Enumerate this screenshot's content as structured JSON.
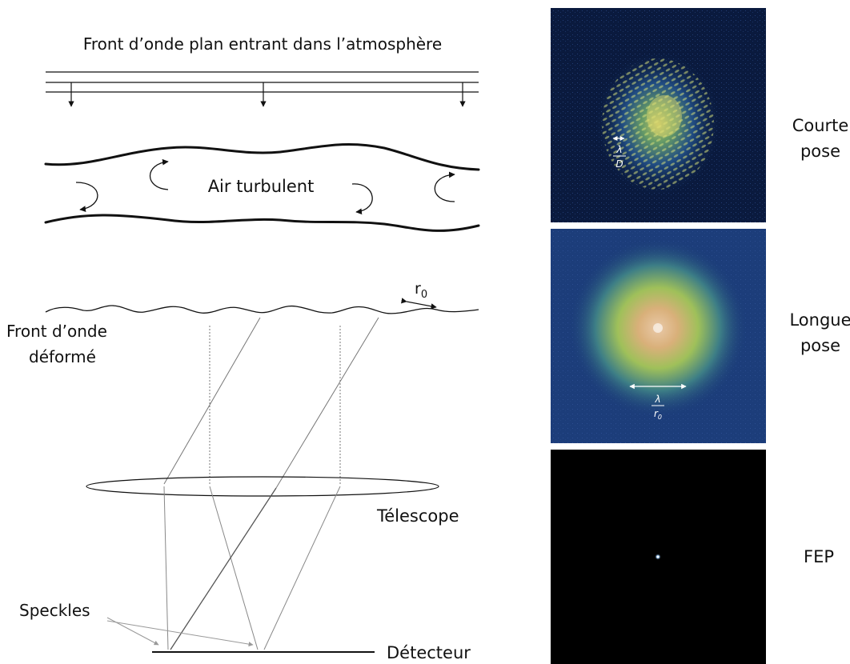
{
  "diagram": {
    "plane_wavefront_label": "Front d’onde plan entrant dans l’atmosphère",
    "turbulent_air_label": "Air turbulent",
    "r0_label": "r",
    "r0_subscript": "0",
    "deformed_wavefront_label_line1": "Front d’onde",
    "deformed_wavefront_label_line2": "déformé",
    "telescope_label": "Télescope",
    "speckles_label": "Speckles",
    "detector_label": "Détecteur"
  },
  "panels": {
    "short_exposure": {
      "label_line1": "Courte",
      "label_line2": "pose",
      "scale_numerator": "λ",
      "scale_denominator": "D"
    },
    "long_exposure": {
      "label_line1": "Longue",
      "label_line2": "pose",
      "scale_numerator": "λ",
      "scale_denominator": "r",
      "scale_denominator_subscript": "0"
    },
    "psf": {
      "label": "FEP"
    }
  },
  "colors": {
    "short_bg": "#0a1a3e",
    "long_bg": "#1c3d7a",
    "long_core": "#d8c49a",
    "psf_bg": "#000000",
    "psf_point": "#9fd0ff"
  }
}
